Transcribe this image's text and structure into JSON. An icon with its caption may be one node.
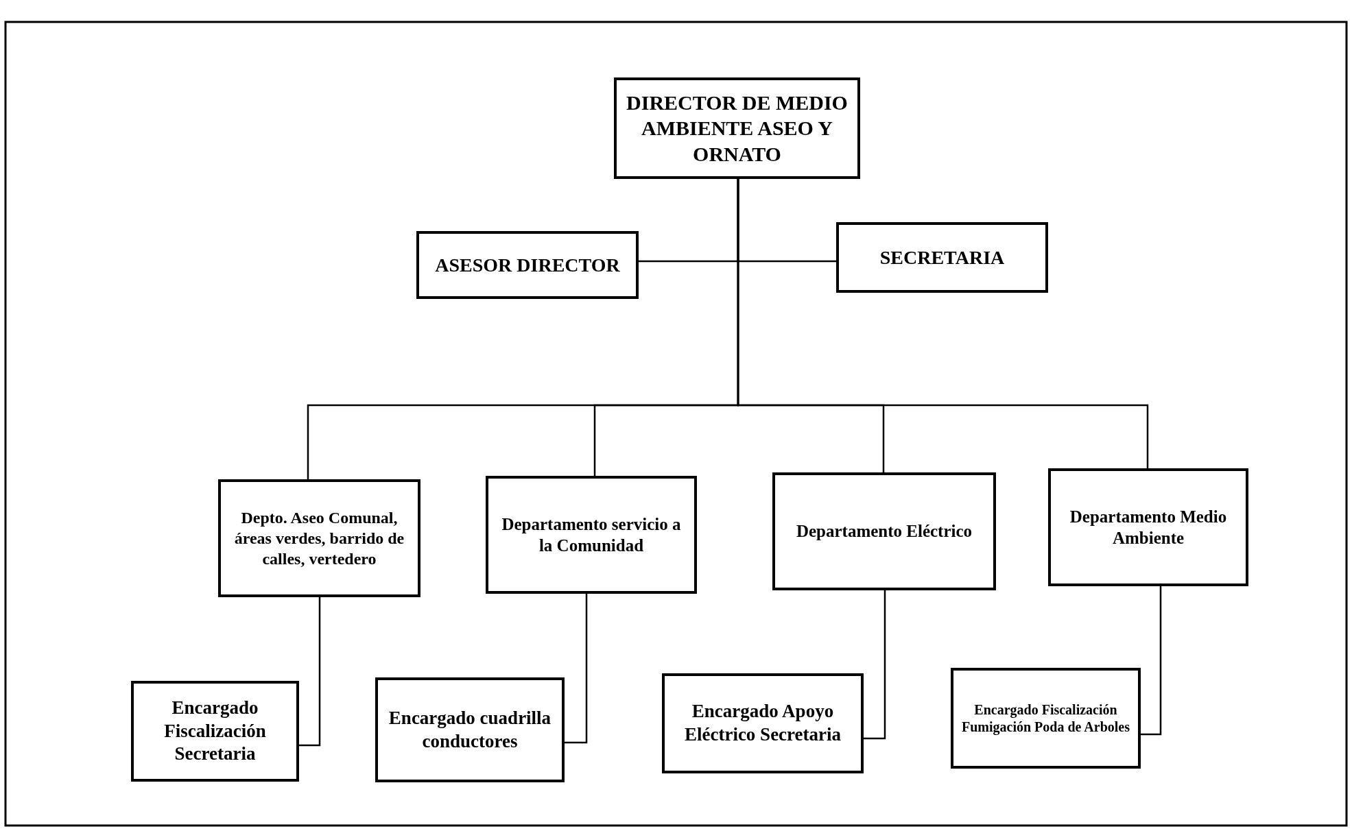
{
  "diagram": {
    "nodes": [
      {
        "text": [
          "DIRECTOR DE MEDIO AMBIENTE ASEO Y ORNATO"
        ]
      },
      {
        "text": [
          "ASESOR DIRECTOR"
        ]
      },
      {
        "text": [
          "SECRETARIA"
        ]
      },
      {
        "text": [
          "Depto. Aseo Comunal, áreas verdes, barrido de calles, vertedero"
        ]
      },
      {
        "text": [
          "Departamento servicio a la Comunidad"
        ]
      },
      {
        "text": [
          "Departamento Eléctrico"
        ]
      },
      {
        "text": [
          "Departamento Medio Ambiente"
        ]
      },
      {
        "text": [
          "Encargado Fiscalización Secretaria"
        ]
      },
      {
        "text": [
          "Encargado cuadrilla conductores"
        ]
      },
      {
        "text": [
          "Encargado Apoyo Eléctrico Secretaria"
        ]
      },
      {
        "text": [
          "Encargado Fiscalización Fumigación Poda de Arboles"
        ]
      }
    ],
    "edges": [
      {
        "from": 0,
        "to": 1,
        "arrow": "none"
      },
      {
        "from": 0,
        "to": 2,
        "arrow": "none"
      },
      {
        "from": 0,
        "to": 3,
        "arrow": "none"
      },
      {
        "from": 0,
        "to": 4,
        "arrow": "none"
      },
      {
        "from": 0,
        "to": 5,
        "arrow": "none"
      },
      {
        "from": 0,
        "to": 6,
        "arrow": "none"
      },
      {
        "from": 3,
        "to": 7,
        "arrow": "none"
      },
      {
        "from": 4,
        "to": 8,
        "arrow": "none"
      },
      {
        "from": 5,
        "to": 9,
        "arrow": "none"
      },
      {
        "from": 6,
        "to": 10,
        "arrow": "none"
      }
    ]
  }
}
